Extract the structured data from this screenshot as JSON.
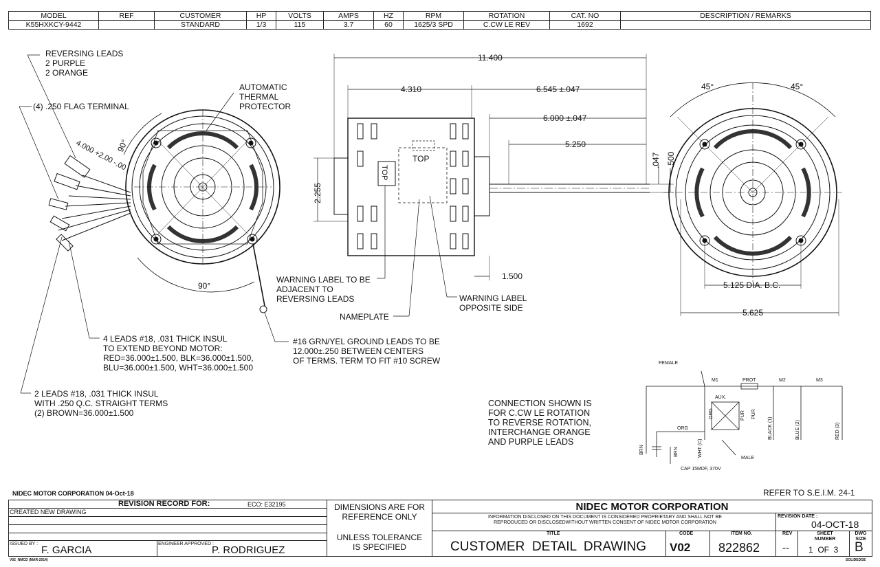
{
  "header": {
    "columns": [
      "MODEL",
      "REF",
      "CUSTOMER",
      "HP",
      "VOLTS",
      "AMPS",
      "HZ",
      "RPM",
      "ROTATION",
      "CAT. NO",
      "DESCRIPTION / REMARKS"
    ],
    "values": [
      "K55HXKCY-9442",
      "",
      "STANDARD",
      "1/3",
      "115",
      "3.7",
      "60",
      "1625/3 SPD",
      "C.CW LE REV",
      "1692",
      ""
    ]
  },
  "notes": {
    "reversing": "REVERSING LEADS\n2 PURPLE\n2 ORANGE",
    "flag_terminal": "(4) .250 FLAG TERMINAL",
    "thermal": "AUTOMATIC\nTHERMAL\nPROTECTOR",
    "warning_label": "WARNING LABEL TO BE\nADJACENT TO\nREVERSING LEADS",
    "nameplate": "NAMEPLATE",
    "warning_opposite": "WARNING LABEL\nOPPOSITE SIDE",
    "leads4": "4 LEADS #18, .031 THICK INSUL\nTO EXTEND BEYOND MOTOR:\nRED=36.000±1.500, BLK=36.000±1.500,\nBLU=36.000±1.500, WHT=36.000±1.500",
    "ground": "#16 GRN/YEL GROUND LEADS TO BE\n12.000±.250 BETWEEN CENTERS\nOF TERMS. TERM TO FIT #10 SCREW",
    "leads2": "2 LEADS #18, .031 THICK INSUL\nWITH .250 Q.C. STRAIGHT TERMS\n(2) BROWN=36.000±1.500",
    "connection": "CONNECTION SHOWN IS\nFOR C.CW LE ROTATION\nTO REVERSE ROTATION,\nINTERCHANGE ORANGE\nAND PURPLE LEADS",
    "top_label": "TOP",
    "top_label2": "TOP"
  },
  "dims": {
    "overall": "11.400",
    "d4310": "4.310",
    "d6545": "6.545 ±.047",
    "d6000": "6.000 ±.047",
    "d5250": "5.250",
    "d2255": "2.255",
    "d047": ".047",
    "d500": ".500",
    "d1500": "1.500",
    "d5125": "5.125  DIA. B.C.",
    "d5625": "5.625",
    "ang45a": "45°",
    "ang45b": "45°",
    "ang90a": "90°",
    "ang90b": "90°",
    "lead_len": "4.000 +2.00 -.00"
  },
  "wiring": {
    "female": "FEMALE",
    "m1": "M1",
    "prot": "PROT",
    "m2": "M2",
    "m3": "M3",
    "aux": "AUX.",
    "orgv": "ORG",
    "purv": "PUR",
    "purv2": "PUR",
    "black": "BLACK (1)",
    "blue": "BLUE (2)",
    "red": "RED (3)",
    "org": "ORG",
    "brn": "BRN",
    "brn2": "BRN",
    "wht": "WHT (C)",
    "male": "MALE",
    "cap": "CAP 15MDF, 370V"
  },
  "footer": {
    "company_date": "NIDEC MOTOR CORPORATION 04-Oct-18",
    "refer": "REFER TO S.E.I.M. 24-1",
    "revision_record": "REVISION RECORD FOR:",
    "eco": "ECO: E32195",
    "created": "CREATED NEW DRAWING",
    "issued_by_label": "ISSUED BY :",
    "issued_by": "F. GARCIA",
    "engineer_label": "ENGINEER APPROVED :",
    "engineer": "P. RODRIGUEZ",
    "dims_ref": "DIMENSIONS ARE FOR\nREFERENCE ONLY",
    "tolerance": "UNLESS TOLERANCE\nIS SPECIFIED",
    "company": "NIDEC MOTOR CORPORATION",
    "proprietary": "INFORMATION DISCLOSED ON THIS DOCUMENT IS CONSIDERED PROPRIETARY AND SHALL NOT BE\nREPRODUCED OR DISCLOSEDWITHOUT WRITTEN CONSENT OF NIDEC MOTOR CORPORATION",
    "revision_date_label": "REVISION DATE :",
    "revision_date": "04-OCT-18",
    "title_label": "TITLE",
    "title": "CUSTOMER  DETAIL  DRAWING",
    "code_label": "CODE",
    "code": "V02",
    "item_label": "ITEM NO.",
    "item": "822862",
    "rev_label": "REV",
    "rev": "--",
    "sheet_label": "SHEET\nNUMBER",
    "sheet": "1  OF  3",
    "dwg_label": "DWG\nSIZE",
    "dwg": "B",
    "form": "V02_NMCD (MAR-2014)",
    "solidedge": "SOLIDEDGE"
  }
}
